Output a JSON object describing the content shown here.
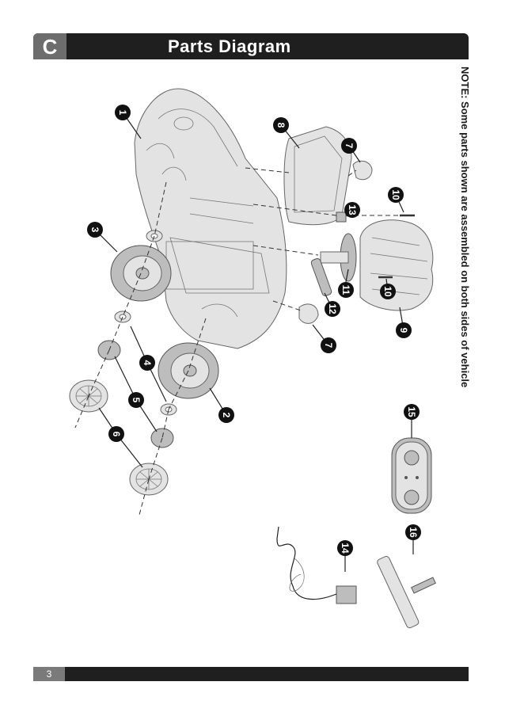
{
  "header": {
    "section_letter": "C",
    "title": "Parts Diagram"
  },
  "note": "NOTE: Some parts shown are assembled on both sides of vehicle",
  "footer": {
    "page_number": "3"
  },
  "callouts": {
    "c1": "1",
    "c2": "2",
    "c3": "3",
    "c4": "4",
    "c5": "5",
    "c6": "6",
    "c7a": "7",
    "c7b": "7",
    "c8": "8",
    "c9": "9",
    "c10a": "10",
    "c10b": "10",
    "c11": "11",
    "c12": "12",
    "c13": "13",
    "c14": "14",
    "c15": "15",
    "c16": "16"
  }
}
